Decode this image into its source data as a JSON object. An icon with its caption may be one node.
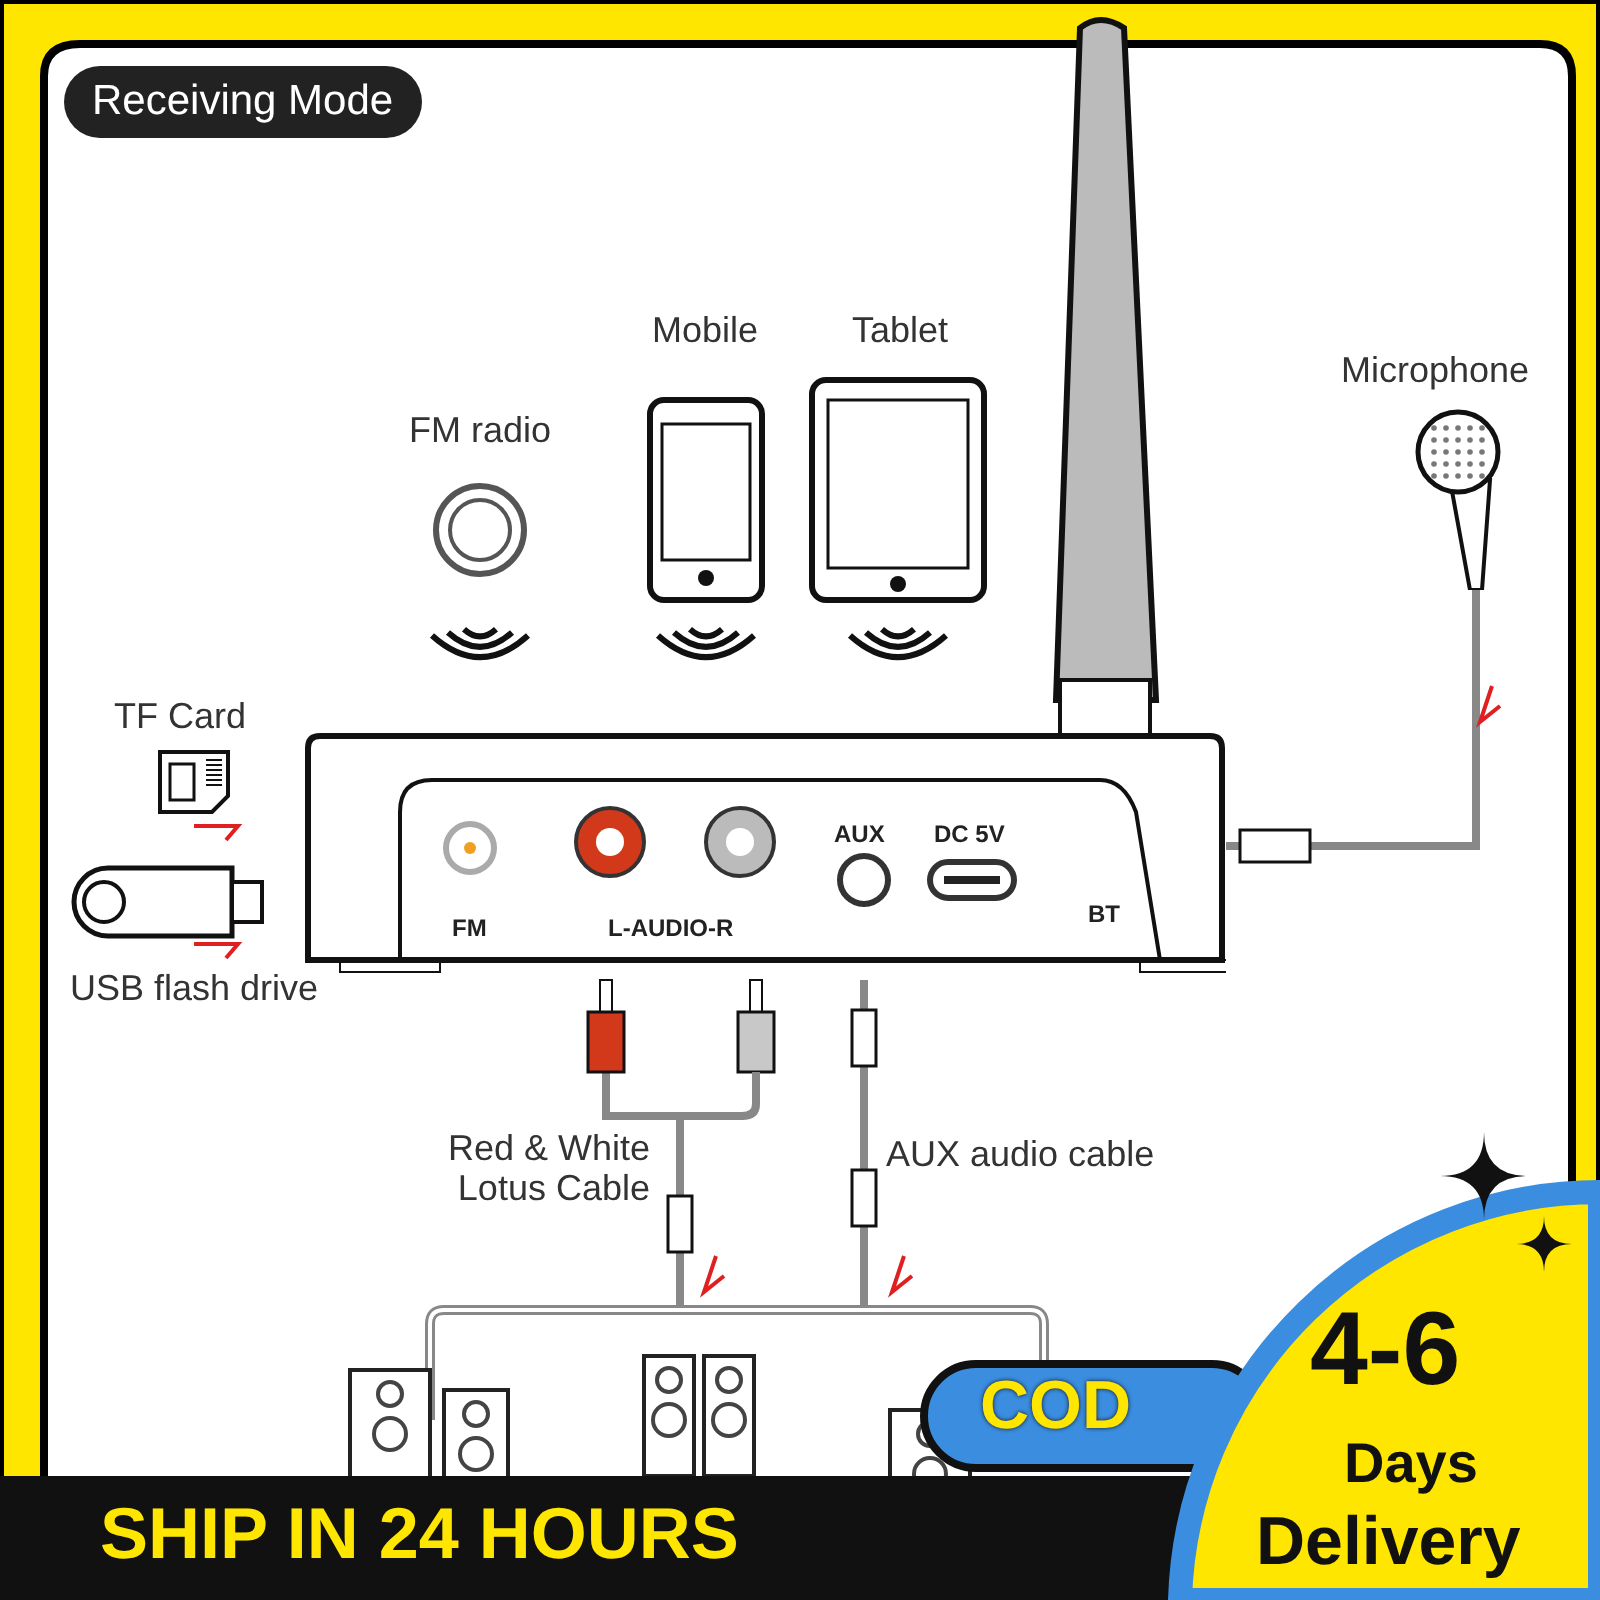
{
  "diagram": {
    "title": "Receiving Mode",
    "nodes": [
      {
        "text": [
          "FM radio"
        ]
      },
      {
        "text": [
          "Mobile"
        ]
      },
      {
        "text": [
          "Tablet"
        ]
      },
      {
        "text": [
          "Microphone"
        ]
      },
      {
        "text": [
          "TF Card"
        ]
      },
      {
        "text": [
          "USB flash drive"
        ]
      },
      {
        "text": [],
        "shape": "picture"
      },
      {
        "text": [],
        "shape": "picture"
      }
    ],
    "edges": [
      {
        "from": 3,
        "to": 6,
        "arrow": "none"
      },
      {
        "from": 6,
        "to": 7,
        "arrow": "none",
        "label": "Red & White Lotus Cable"
      },
      {
        "from": 6,
        "to": 7,
        "arrow": "none",
        "label": "AUX audio cable"
      }
    ],
    "labels": [
      "FM",
      "L-AUDIO-R",
      "AUX",
      "DC 5V",
      "BT",
      "SHIP IN 24 HOURS",
      "COD",
      "4-6",
      "Days",
      "Delivery"
    ]
  }
}
